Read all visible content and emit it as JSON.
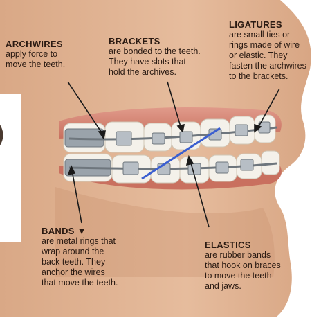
{
  "labels": {
    "archwires": {
      "title": "ARCHWIRES",
      "lines": [
        "apply force to",
        "move the teeth."
      ]
    },
    "brackets": {
      "title": "BRACKETS",
      "lines": [
        "are bonded to the teeth.",
        "They have slots that",
        "hold the archives."
      ]
    },
    "ligatures": {
      "title": "LIGATURES",
      "lines": [
        "are small ties or",
        "rings made of wire",
        "or elastic. They",
        "fasten the archwires",
        "to the brackets."
      ]
    },
    "bands": {
      "title": "BANDS",
      "lines": [
        "are metal rings that",
        "wrap around the",
        "back teeth. They",
        "anchor the wires",
        "that move the teeth."
      ]
    },
    "elastics": {
      "title": "ELASTICS",
      "lines": [
        "are rubber bands",
        "that hook on braces",
        "to move the teeth",
        "and jaws."
      ]
    }
  },
  "colors": {
    "skin": "#e0b596",
    "skin_shadow": "#c8936f",
    "gum": "#d98878",
    "tooth": "#f4f1ea",
    "metal": "#9aa3ab",
    "elastic": "#3b5fd0",
    "top_bar": "#3d8a2e"
  }
}
